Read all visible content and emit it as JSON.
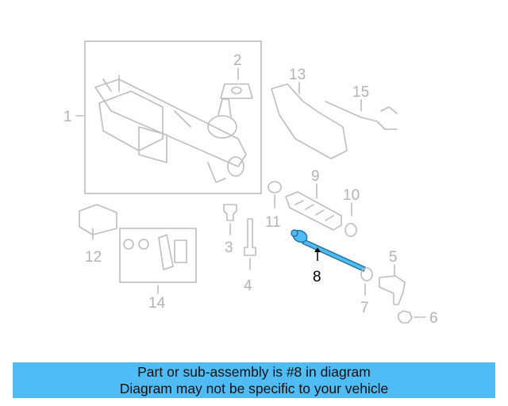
{
  "diagram": {
    "highlight_color": "#4fbcf6",
    "highlighted_part": "8",
    "callouts": [
      "1",
      "2",
      "3",
      "4",
      "5",
      "6",
      "7",
      "8",
      "9",
      "10",
      "11",
      "12",
      "13",
      "14",
      "15"
    ]
  },
  "banner": {
    "line1": "Part or sub-assembly is #8 in diagram",
    "line2": "Diagram may not be specific to your vehicle",
    "background": "#4fbcf6"
  }
}
